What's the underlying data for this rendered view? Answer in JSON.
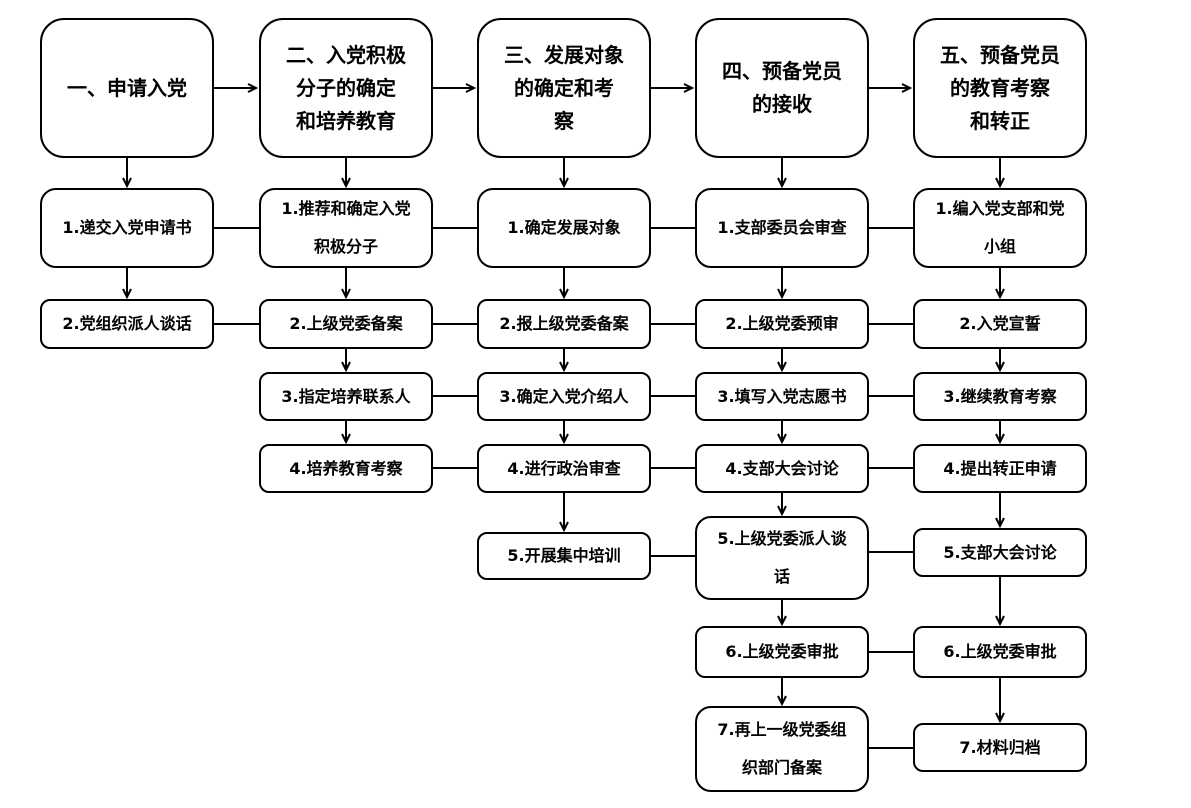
{
  "diagram": {
    "type": "flowchart",
    "background": "#ffffff",
    "stroke_color": "#000000",
    "box_fill": "#ffffff",
    "columns": [
      {
        "header": {
          "label": "一、申请入党",
          "lines": [
            "一、申请入党"
          ]
        },
        "steps": [
          {
            "label": "1.递交入党申请书",
            "lines": [
              "1.递交入党申请书"
            ]
          },
          {
            "label": "2.党组织派人谈话",
            "lines": [
              "2.党组织派人谈话"
            ]
          }
        ]
      },
      {
        "header": {
          "label": "二、入党积极分子的确定和培养教育",
          "lines": [
            "二、入党积极",
            "分子的确定",
            "和培养教育"
          ]
        },
        "steps": [
          {
            "label": "1.推荐和确定入党积极分子",
            "lines": [
              "1.推荐和确定入党",
              "积极分子"
            ]
          },
          {
            "label": "2.上级党委备案",
            "lines": [
              "2.上级党委备案"
            ]
          },
          {
            "label": "3.指定培养联系人",
            "lines": [
              "3.指定培养联系人"
            ]
          },
          {
            "label": "4.培养教育考察",
            "lines": [
              "4.培养教育考察"
            ]
          }
        ]
      },
      {
        "header": {
          "label": "三、发展对象的确定和考察",
          "lines": [
            "三、发展对象",
            "的确定和考",
            "察"
          ]
        },
        "steps": [
          {
            "label": "1.确定发展对象",
            "lines": [
              "1.确定发展对象"
            ]
          },
          {
            "label": "2.报上级党委备案",
            "lines": [
              "2.报上级党委备案"
            ]
          },
          {
            "label": "3.确定入党介绍人",
            "lines": [
              "3.确定入党介绍人"
            ]
          },
          {
            "label": "4.进行政治审查",
            "lines": [
              "4.进行政治审查"
            ]
          },
          {
            "label": "5.开展集中培训",
            "lines": [
              "5.开展集中培训"
            ]
          }
        ]
      },
      {
        "header": {
          "label": "四、预备党员的接收",
          "lines": [
            "四、预备党员",
            "的接收"
          ]
        },
        "steps": [
          {
            "label": "1.支部委员会审查",
            "lines": [
              "1.支部委员会审查"
            ]
          },
          {
            "label": "2.上级党委预审",
            "lines": [
              "2.上级党委预审"
            ]
          },
          {
            "label": "3.填写入党志愿书",
            "lines": [
              "3.填写入党志愿书"
            ]
          },
          {
            "label": "4.支部大会讨论",
            "lines": [
              "4.支部大会讨论"
            ]
          },
          {
            "label": "5.上级党委派人谈话",
            "lines": [
              "5.上级党委派人谈",
              "话"
            ]
          },
          {
            "label": "6.上级党委审批",
            "lines": [
              "6.上级党委审批"
            ]
          },
          {
            "label": "7.再上一级党委组织部门备案",
            "lines": [
              "7.再上一级党委组",
              "织部门备案"
            ]
          }
        ]
      },
      {
        "header": {
          "label": "五、预备党员的教育考察和转正",
          "lines": [
            "五、预备党员",
            "的教育考察",
            "和转正"
          ]
        },
        "steps": [
          {
            "label": "1.编入党支部和党小组",
            "lines": [
              "1.编入党支部和党",
              "小组"
            ]
          },
          {
            "label": "2.入党宣誓",
            "lines": [
              "2.入党宣誓"
            ]
          },
          {
            "label": "3.继续教育考察",
            "lines": [
              "3.继续教育考察"
            ]
          },
          {
            "label": "4.提出转正申请",
            "lines": [
              "4.提出转正申请"
            ]
          },
          {
            "label": "5.支部大会讨论",
            "lines": [
              "5.支部大会讨论"
            ]
          },
          {
            "label": "6.上级党委审批",
            "lines": [
              "6.上级党委审批"
            ]
          },
          {
            "label": "7.材料归档",
            "lines": [
              "7.材料归档"
            ]
          }
        ]
      }
    ]
  }
}
